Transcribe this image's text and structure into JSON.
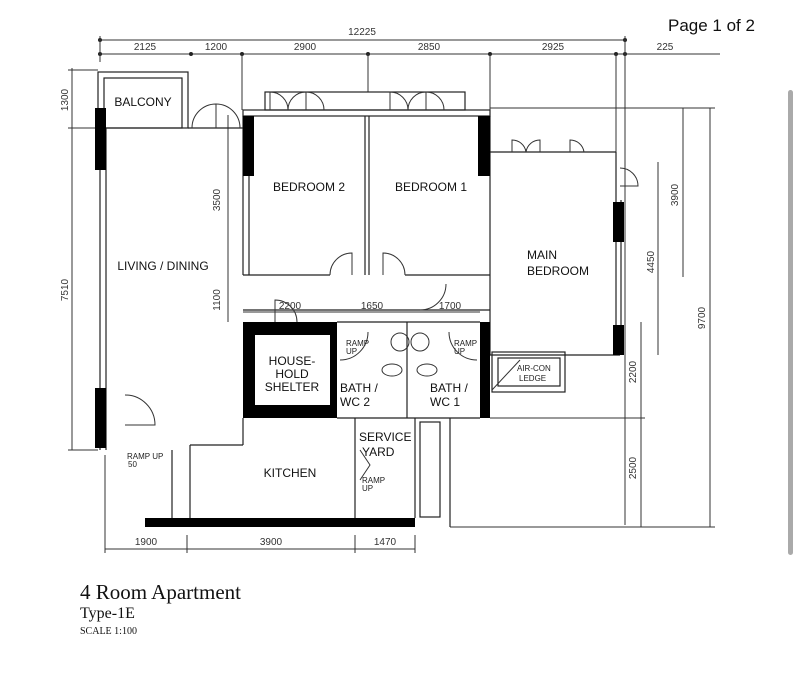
{
  "page_indicator": "Page 1 of 2",
  "rooms": {
    "balcony": "BALCONY",
    "living_dining": "LIVING / DINING",
    "bedroom2": "BEDROOM 2",
    "bedroom1": "BEDROOM 1",
    "main_bedroom_1": "MAIN",
    "main_bedroom_2": "BEDROOM",
    "shelter_1": "HOUSE-",
    "shelter_2": "HOLD",
    "shelter_3": "SHELTER",
    "bath2_1": "BATH /",
    "bath2_2": "WC 2",
    "bath1_1": "BATH /",
    "bath1_2": "WC 1",
    "aircon_1": "AIR-CON",
    "aircon_2": "LEDGE",
    "kitchen": "KITCHEN",
    "service_1": "SERVICE",
    "service_2": "YARD"
  },
  "notes": {
    "ramp_up": "RAMP",
    "up": "UP",
    "ramp_up_full": "RAMP UP",
    "ramp_50": "50"
  },
  "dimensions": {
    "top_total": "12225",
    "top": [
      "2125",
      "1200",
      "2900",
      "2850",
      "2925",
      "225"
    ],
    "corridor": [
      "2200",
      "1650",
      "1700"
    ],
    "bottom": [
      "1900",
      "3900",
      "1470"
    ],
    "left": [
      "1300",
      "7510"
    ],
    "inner_left": [
      "3500",
      "1100"
    ],
    "right": [
      "3900",
      "4450",
      "9700",
      "2200",
      "2500"
    ]
  },
  "title": "4 Room Apartment",
  "subtitle": "Type-1E",
  "scale": "SCALE 1:100"
}
